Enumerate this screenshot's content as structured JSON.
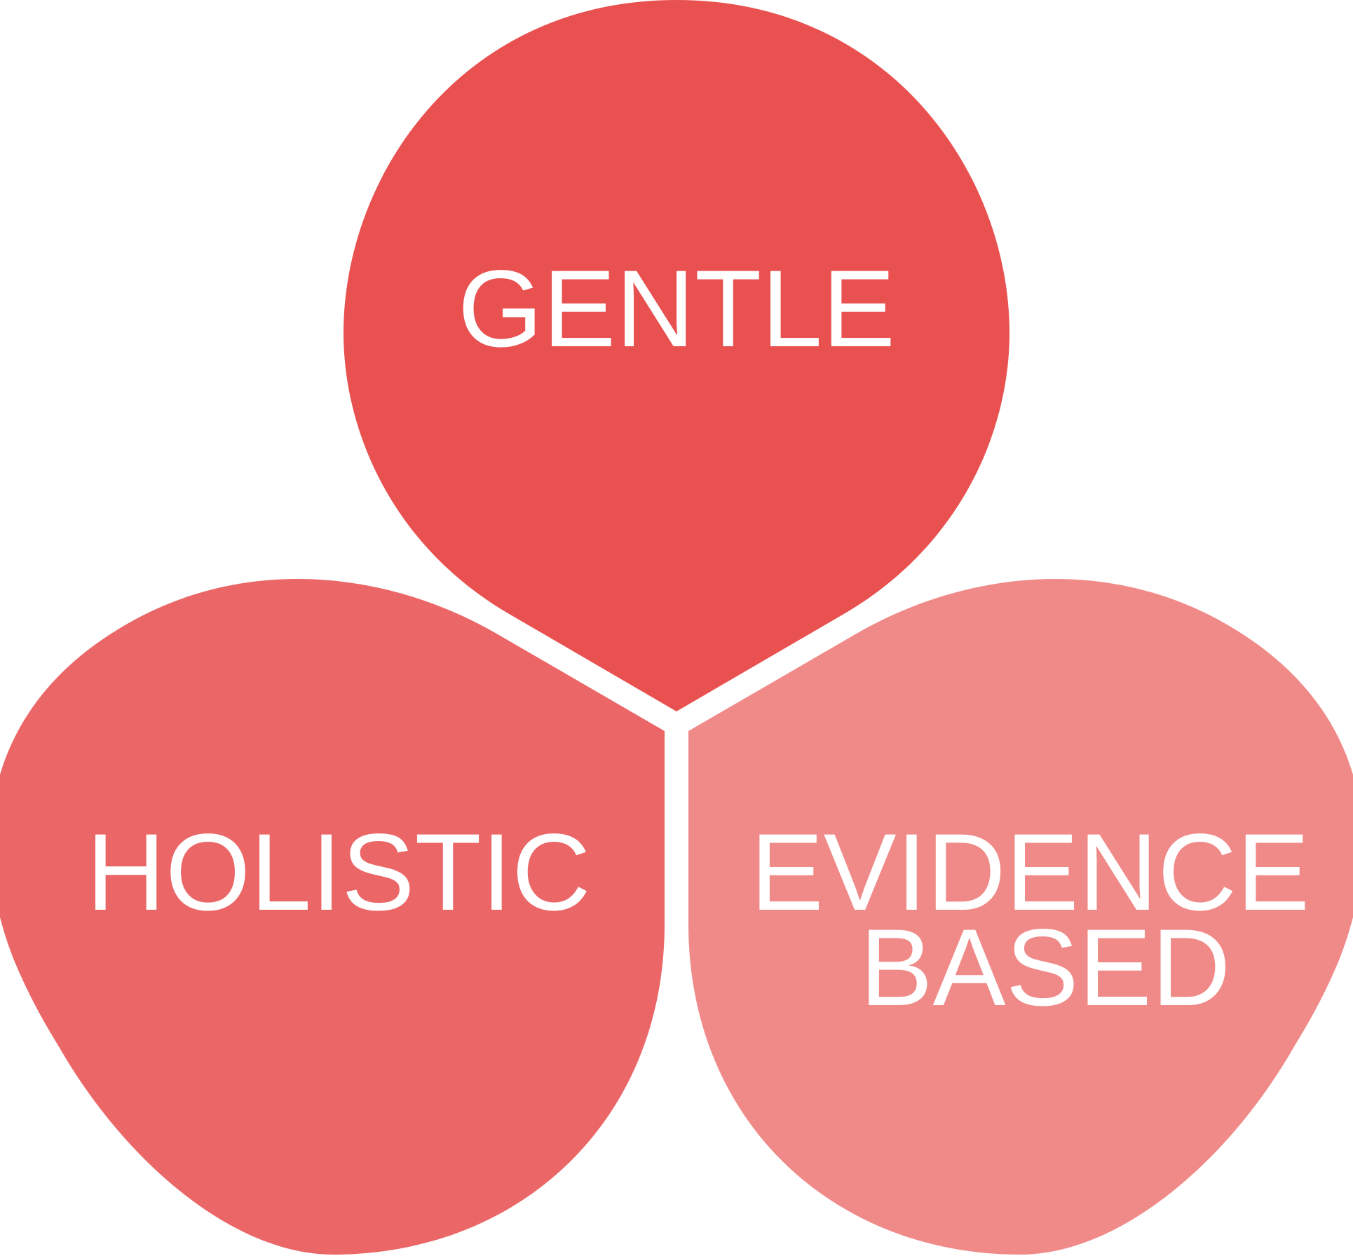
{
  "diagram": {
    "background": "#ffffff",
    "petals": [
      {
        "id": "top",
        "label_lines": [
          "GENTLE"
        ],
        "color": "#e85150"
      },
      {
        "id": "left",
        "label_lines": [
          "HOLISTIC"
        ],
        "color": "#eb6667"
      },
      {
        "id": "right",
        "label_lines": [
          "EVIDENCE",
          "BASED"
        ],
        "color": "#f08a88"
      }
    ]
  }
}
